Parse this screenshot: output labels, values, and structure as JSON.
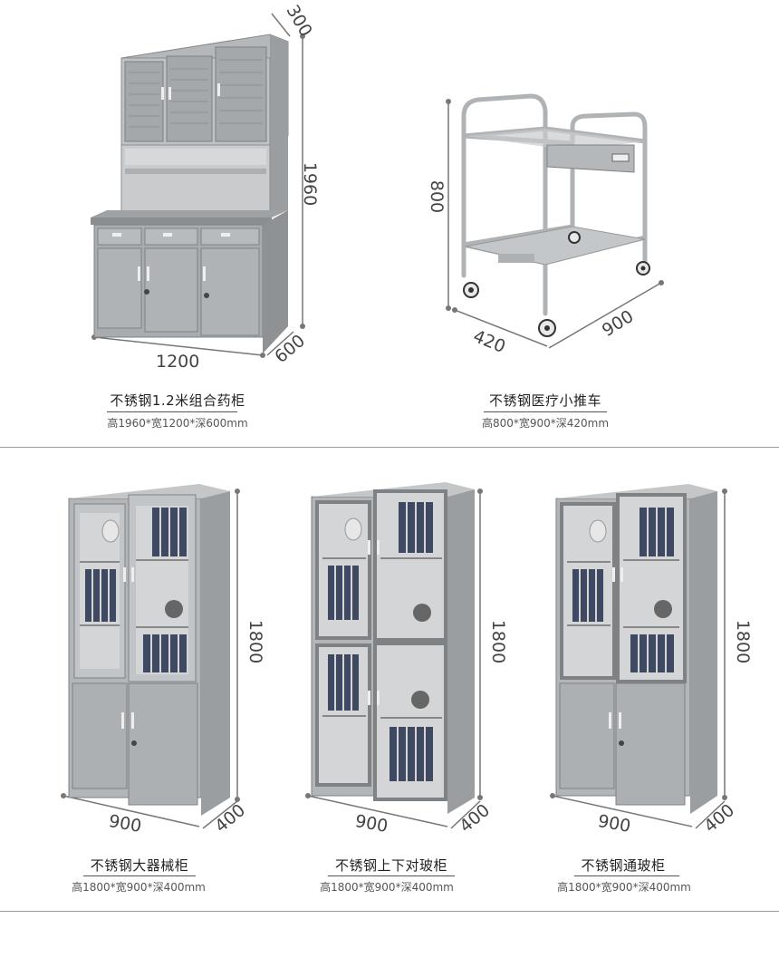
{
  "products": [
    {
      "name": "不锈钢1.2米组合药柜",
      "spec": "高1960*宽1200*深600mm",
      "dims": {
        "width": "1200",
        "depth": "600",
        "height": "1960",
        "top": "300"
      }
    },
    {
      "name": "不锈钢医疗小推车",
      "spec": "高800*宽900*深420mm",
      "dims": {
        "height": "800",
        "depth": "420",
        "width": "900"
      }
    },
    {
      "name": "不锈钢大器械柜",
      "spec": "高1800*宽900*深400mm",
      "dims": {
        "height": "1800",
        "width": "900",
        "depth": "400"
      }
    },
    {
      "name": "不锈钢上下对玻柜",
      "spec": "高1800*宽900*深400mm",
      "dims": {
        "height": "1800",
        "width": "900",
        "depth": "400"
      }
    },
    {
      "name": "不锈钢通玻柜",
      "spec": "高1800*宽900*深400mm",
      "dims": {
        "height": "1800",
        "width": "900",
        "depth": "400"
      }
    }
  ],
  "colors": {
    "steel": "#a9acae",
    "steel_dark": "#8e9194",
    "steel_light": "#c7c9cb",
    "glass": "#b9bcbe",
    "binder": "#3f4a62"
  }
}
